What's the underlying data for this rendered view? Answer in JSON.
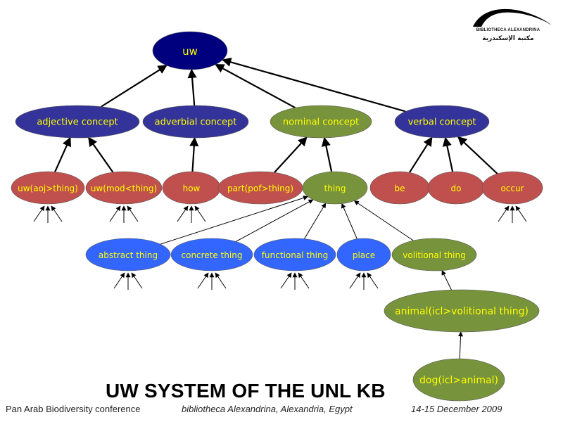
{
  "logo": {
    "name": "BIBLIOTHECA ALEXANDRINA",
    "arabic": "مكتبة الإسكندرية"
  },
  "title": "UW SYSTEM OF THE UNL KB",
  "footer": {
    "left": "Pan Arab Biodiversity conference",
    "middle": "bibliotheca Alexandrina, Alexandria, Egypt",
    "right": "14-15 December   2009"
  },
  "colors": {
    "root": "#00007f",
    "concept_blue": "#333399",
    "olive": "#77933c",
    "red": "#c0504d",
    "light_blue": "#3366ff",
    "label": "#ffff00"
  },
  "nodes": [
    {
      "id": "uw",
      "label": "uw",
      "color": "root"
    },
    {
      "id": "adjective",
      "label": "adjective concept",
      "color": "concept_blue"
    },
    {
      "id": "adverbial",
      "label": "adverbial concept",
      "color": "concept_blue"
    },
    {
      "id": "nominal",
      "label": "nominal concept",
      "color": "olive"
    },
    {
      "id": "verbal",
      "label": "verbal concept",
      "color": "concept_blue"
    },
    {
      "id": "aoj",
      "label": "uw(aoj>thing)",
      "color": "red"
    },
    {
      "id": "mod",
      "label": "uw(mod<thing)",
      "color": "red"
    },
    {
      "id": "how",
      "label": "how",
      "color": "red"
    },
    {
      "id": "pof",
      "label": "part(pof>thing)",
      "color": "red"
    },
    {
      "id": "thing",
      "label": "thing",
      "color": "olive"
    },
    {
      "id": "be",
      "label": "be",
      "color": "red"
    },
    {
      "id": "do",
      "label": "do",
      "color": "red"
    },
    {
      "id": "occur",
      "label": "occur",
      "color": "red"
    },
    {
      "id": "abstract",
      "label": "abstract thing",
      "color": "light_blue"
    },
    {
      "id": "concrete",
      "label": "concrete thing",
      "color": "light_blue"
    },
    {
      "id": "functional",
      "label": "functional thing",
      "color": "light_blue"
    },
    {
      "id": "place",
      "label": "place",
      "color": "light_blue"
    },
    {
      "id": "volitional",
      "label": "volitional thing",
      "color": "olive"
    },
    {
      "id": "animal",
      "label": "animal(icl>volitional thing)",
      "color": "olive"
    },
    {
      "id": "dog",
      "label": "dog(icl>animal)",
      "color": "olive"
    }
  ],
  "edges": [
    {
      "from": "adjective",
      "to": "uw"
    },
    {
      "from": "adverbial",
      "to": "uw"
    },
    {
      "from": "nominal",
      "to": "uw"
    },
    {
      "from": "verbal",
      "to": "uw"
    },
    {
      "from": "aoj",
      "to": "adjective"
    },
    {
      "from": "mod",
      "to": "adjective"
    },
    {
      "from": "how",
      "to": "adverbial"
    },
    {
      "from": "pof",
      "to": "nominal"
    },
    {
      "from": "thing",
      "to": "nominal"
    },
    {
      "from": "be",
      "to": "verbal"
    },
    {
      "from": "do",
      "to": "verbal"
    },
    {
      "from": "occur",
      "to": "verbal"
    },
    {
      "from": "abstract",
      "to": "thing"
    },
    {
      "from": "concrete",
      "to": "thing"
    },
    {
      "from": "functional",
      "to": "thing"
    },
    {
      "from": "place",
      "to": "thing"
    },
    {
      "from": "volitional",
      "to": "thing"
    },
    {
      "from": "animal",
      "to": "volitional"
    },
    {
      "from": "dog",
      "to": "animal"
    }
  ],
  "incoming_arrow_groups": [
    "aoj",
    "mod",
    "how",
    "occur",
    "abstract",
    "concrete",
    "functional",
    "place"
  ]
}
